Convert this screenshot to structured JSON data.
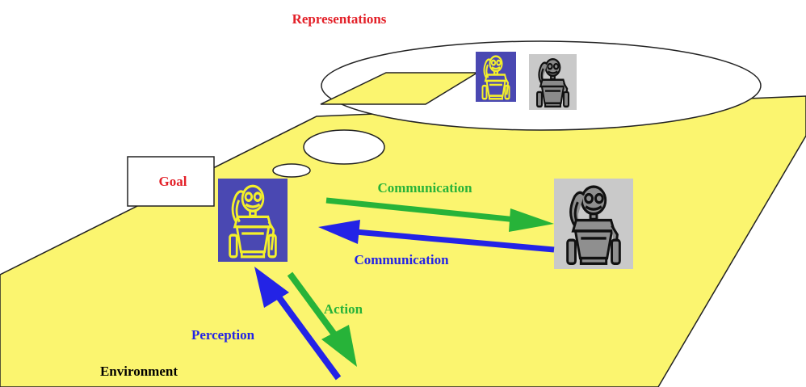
{
  "labels": {
    "representations": "Representations",
    "goal": "Goal",
    "communication_top": "Communication",
    "communication_bottom": "Communication",
    "action": "Action",
    "perception": "Perception",
    "environment": "Environment"
  },
  "colors": {
    "plane": "#fbf56f",
    "red_text": "#e32028",
    "green": "#27b339",
    "blue": "#2323e6",
    "agent_bg": "#4a48b2",
    "agent_line": "#f4f02a",
    "robot_grey": "#bdbdbd"
  },
  "icons": {
    "agent": "robot-thinking-yellow-icon",
    "other_agent": "robot-thinking-grey-icon"
  }
}
